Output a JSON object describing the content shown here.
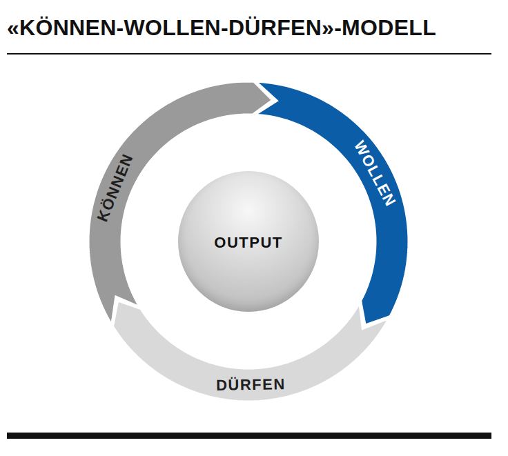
{
  "diagram": {
    "title": "«KÖNNEN-WOLLEN-DÜRFEN»-MODELL",
    "nodes": [
      {
        "text": [
          "KÖNNEN"
        ]
      },
      {
        "text": [
          "WOLLEN"
        ]
      },
      {
        "text": [
          "OUTPUT"
        ]
      },
      {
        "text": [
          "DÜRFEN"
        ]
      }
    ]
  }
}
